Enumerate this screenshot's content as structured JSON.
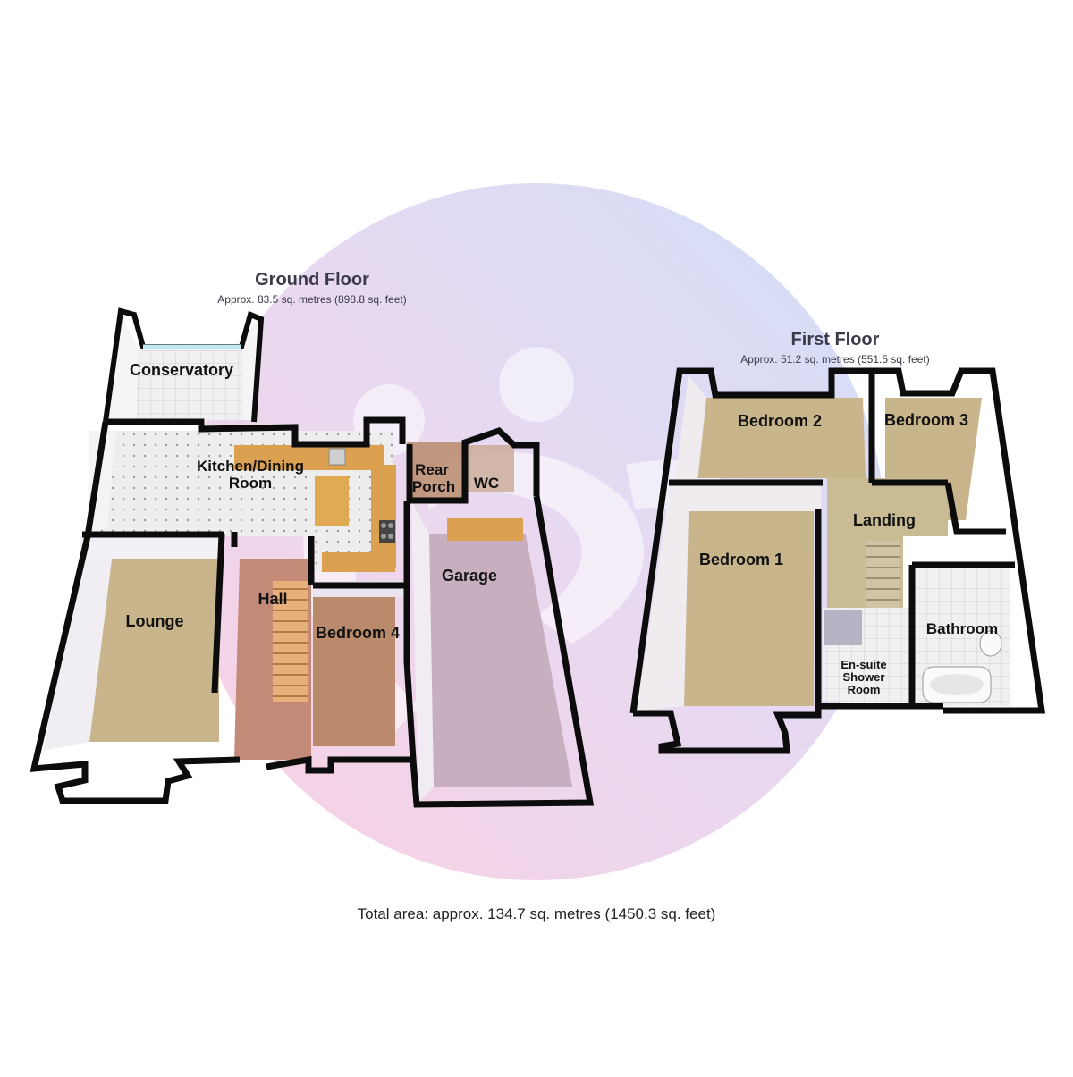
{
  "ground_floor": {
    "title": "Ground Floor",
    "area": "Approx. 83.5 sq. metres (898.8 sq. feet)",
    "rooms": {
      "conservatory": "Conservatory",
      "kitchen_line1": "Kitchen/Dining",
      "kitchen_line2": "Room",
      "rear_porch_line1": "Rear",
      "rear_porch_line2": "Porch",
      "wc": "WC",
      "garage": "Garage",
      "lounge": "Lounge",
      "hall": "Hall",
      "bedroom4": "Bedroom 4"
    }
  },
  "first_floor": {
    "title": "First Floor",
    "area": "Approx. 51.2 sq. metres (551.5 sq. feet)",
    "rooms": {
      "bedroom2": "Bedroom 2",
      "bedroom3": "Bedroom 3",
      "landing": "Landing",
      "bedroom1": "Bedroom 1",
      "bathroom": "Bathroom",
      "ensuite_line1": "En-suite",
      "ensuite_line2": "Shower",
      "ensuite_line3": "Room"
    }
  },
  "total_area": "Total area: approx. 134.7 sq. metres (1450.3 sq. feet)",
  "colors": {
    "wall": "#0c0c0c",
    "carpet": "#c8b58c",
    "wood_floor": "#b98a6c",
    "tile_floor": "#eeeeee",
    "garage_floor": "#c7afc0",
    "worktop": "#dba050",
    "watermark_pink": "#f7c6dc",
    "watermark_blue": "#c9d6f5"
  }
}
